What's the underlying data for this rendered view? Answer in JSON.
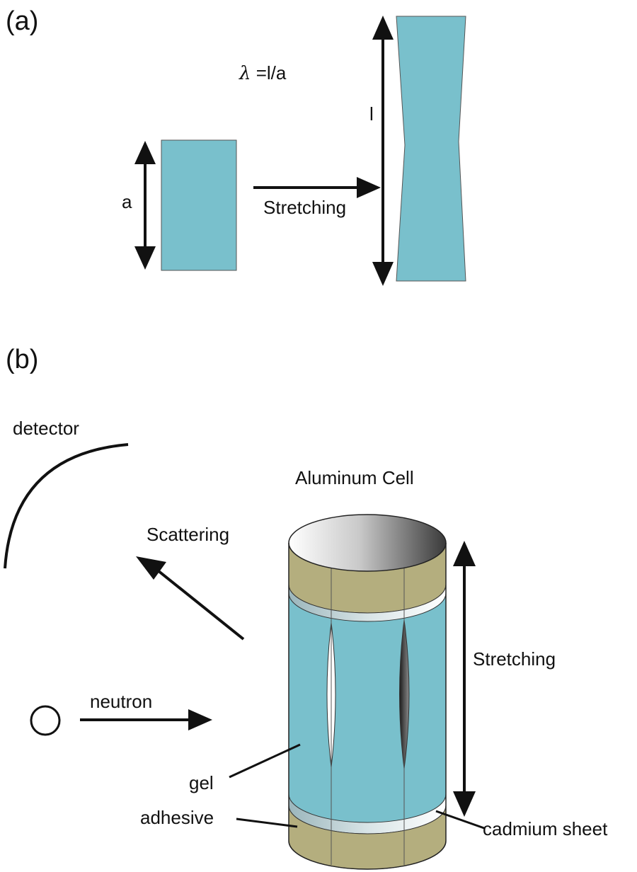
{
  "panel_a": {
    "label": "(a)",
    "formula_symbol": "λ",
    "formula_rest": " =l/a",
    "label_a": "a",
    "label_l": "l",
    "stretching": "Stretching"
  },
  "panel_b": {
    "label": "(b)",
    "detector": "detector",
    "aluminum_cell": "Aluminum Cell",
    "scattering": "Scattering",
    "stretching": "Stretching",
    "neutron": "neutron",
    "gel": "gel",
    "adhesive": "adhesive",
    "cadmium_sheet": "cadmium sheet"
  },
  "colors": {
    "gel": "#79c0cc",
    "adhesive": "#b4ae7e",
    "outline": "#111111"
  }
}
